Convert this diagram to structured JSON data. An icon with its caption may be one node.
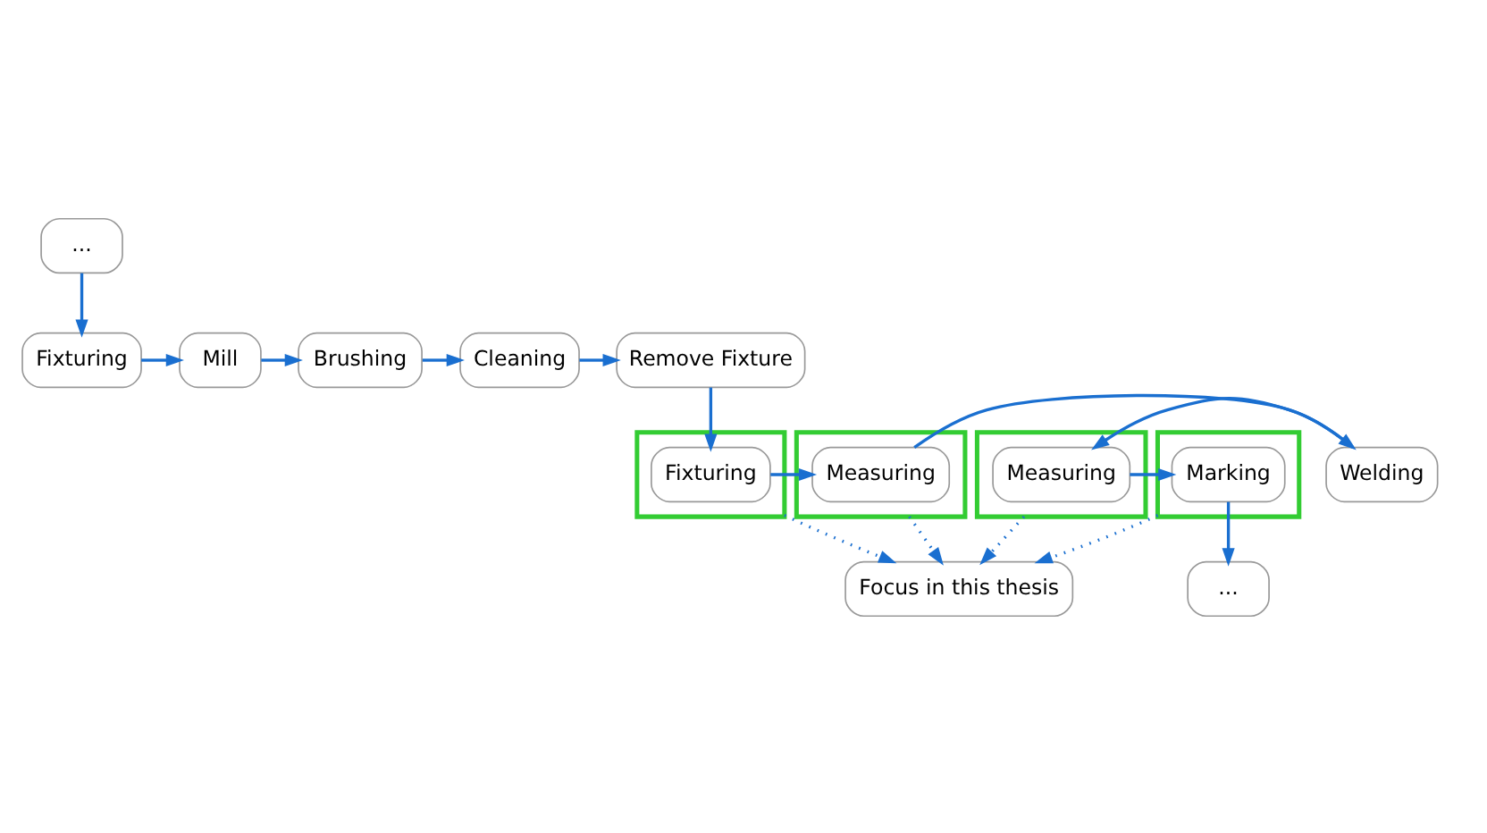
{
  "diagram": {
    "nodes": [
      {
        "text": [
          "..."
        ]
      },
      {
        "text": [
          "Fixturing"
        ]
      },
      {
        "text": [
          "Mill"
        ]
      },
      {
        "text": [
          "Brushing"
        ]
      },
      {
        "text": [
          "Cleaning"
        ]
      },
      {
        "text": [
          "Remove Fixture"
        ]
      },
      {
        "text": [],
        "shape": "box"
      },
      {
        "text": [
          "Fixturing"
        ],
        "in": 6
      },
      {
        "text": [],
        "shape": "box"
      },
      {
        "text": [
          "Measuring"
        ],
        "in": 8
      },
      {
        "text": [
          "Welding"
        ]
      },
      {
        "text": [],
        "shape": "box"
      },
      {
        "text": [
          "Measuring"
        ],
        "in": 11
      },
      {
        "text": [],
        "shape": "box"
      },
      {
        "text": [
          "Marking"
        ],
        "in": 13
      },
      {
        "text": [
          "..."
        ]
      },
      {
        "text": [
          "Focus in this thesis"
        ]
      }
    ],
    "edges": [
      {
        "from": 0,
        "to": 1,
        "arrow": "to"
      },
      {
        "from": 1,
        "to": 2,
        "arrow": "to"
      },
      {
        "from": 2,
        "to": 3,
        "arrow": "to"
      },
      {
        "from": 3,
        "to": 4,
        "arrow": "to"
      },
      {
        "from": 4,
        "to": 5,
        "arrow": "to"
      },
      {
        "from": 5,
        "to": 7,
        "arrow": "to"
      },
      {
        "from": 7,
        "to": 9,
        "arrow": "to"
      },
      {
        "from": 9,
        "to": 10,
        "arrow": "to"
      },
      {
        "from": 10,
        "to": 12,
        "arrow": "to"
      },
      {
        "from": 12,
        "to": 14,
        "arrow": "to"
      },
      {
        "from": 14,
        "to": 15,
        "arrow": "to"
      },
      {
        "from": 6,
        "to": 16,
        "arrow": "to",
        "style": "dashed"
      },
      {
        "from": 8,
        "to": 16,
        "arrow": "to",
        "style": "dashed"
      },
      {
        "from": 11,
        "to": 16,
        "arrow": "to",
        "style": "dashed"
      },
      {
        "from": 13,
        "to": 16,
        "arrow": "to",
        "style": "dashed"
      }
    ]
  }
}
